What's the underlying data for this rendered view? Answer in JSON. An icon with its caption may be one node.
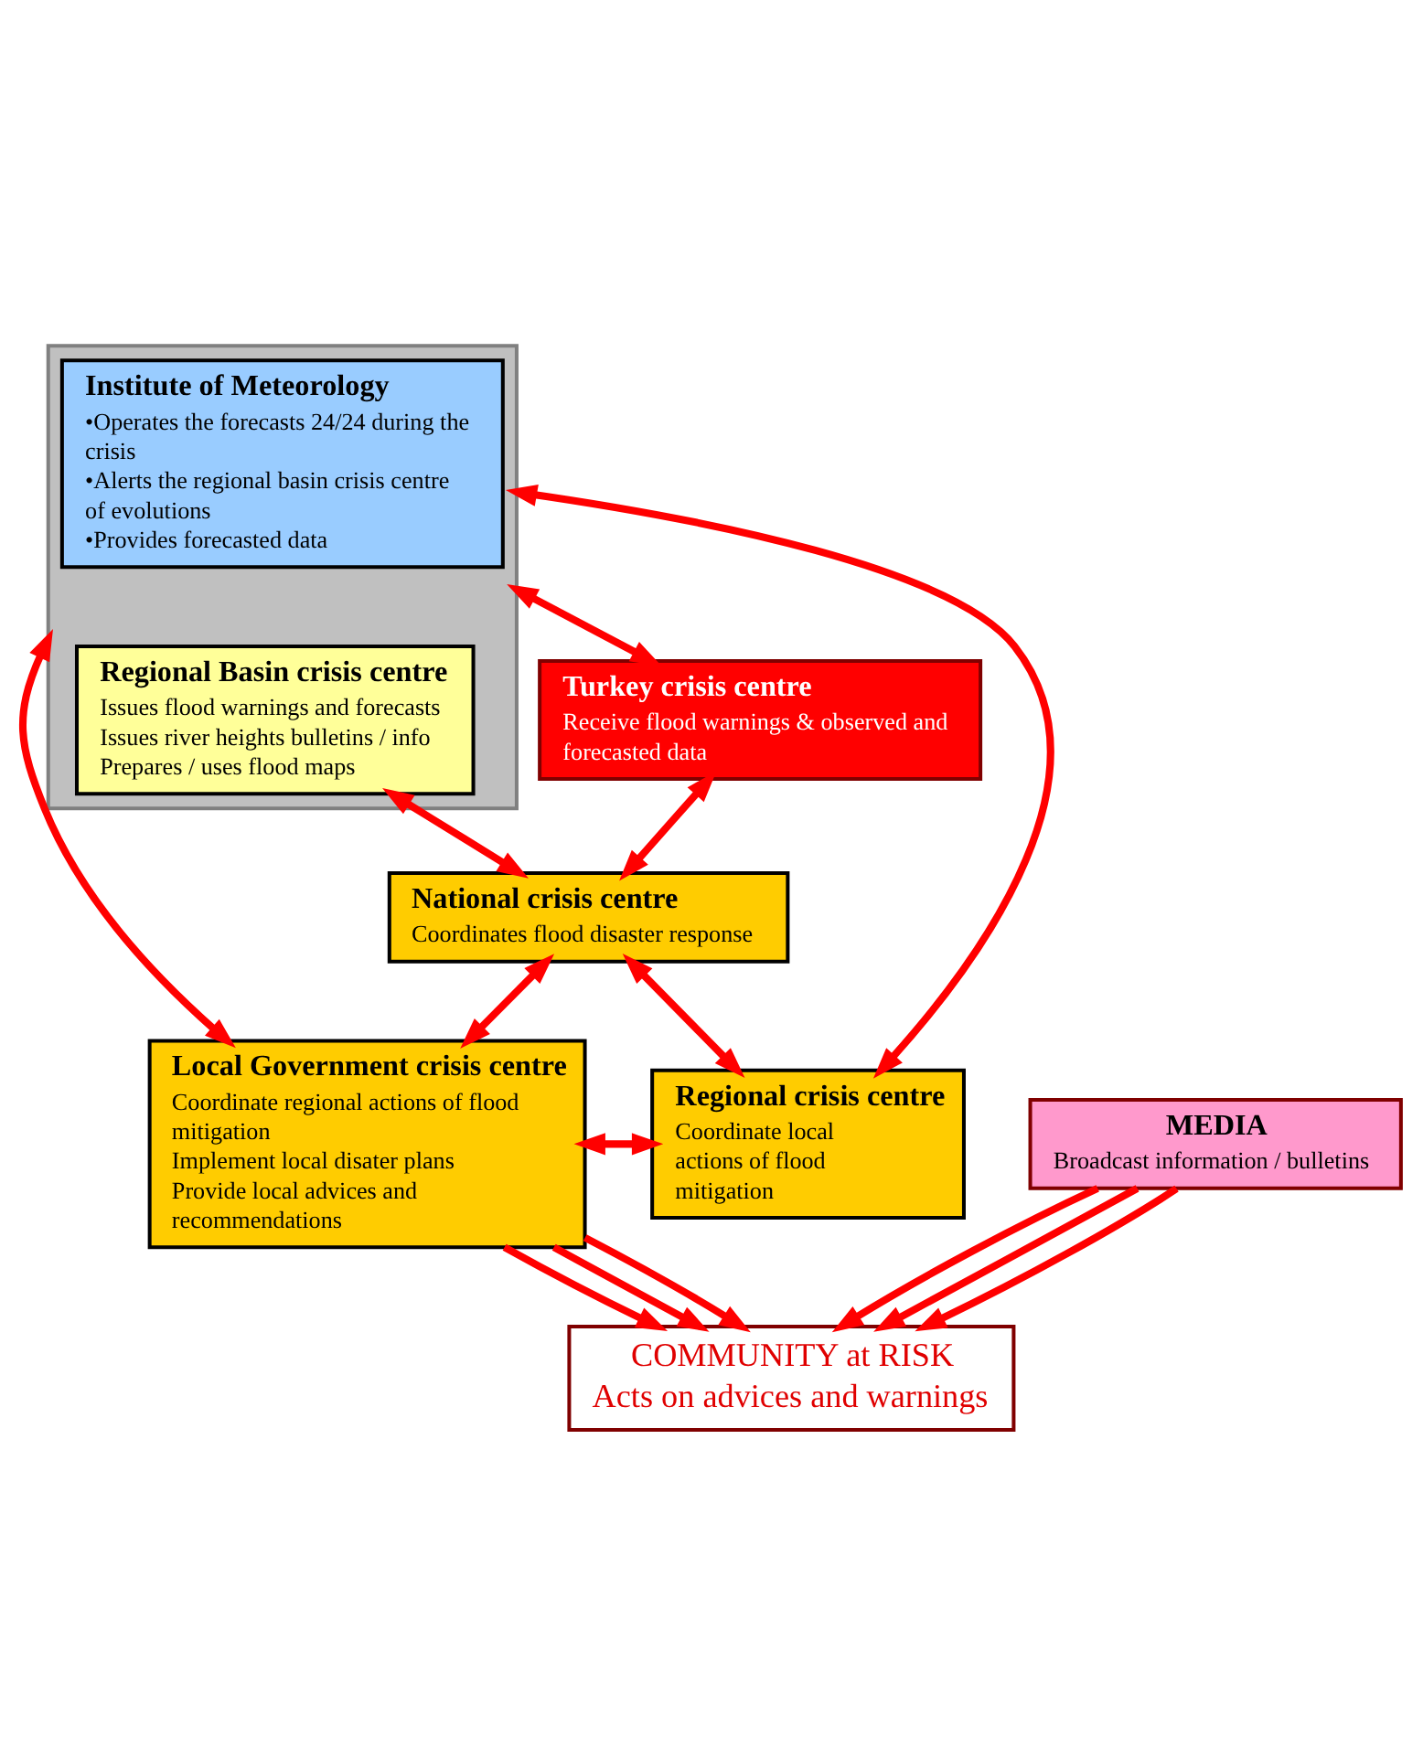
{
  "diagram": {
    "nodes": [
      {
        "text": [],
        "shape": "box"
      },
      {
        "text": [
          "Institute of Meteorology",
          "•Operates the forecasts 24/24 during the crisis",
          "•Alerts the regional basin crisis centre of evolutions",
          "•Provides forecasted data"
        ],
        "in": 0
      },
      {
        "text": [
          "Regional Basin crisis centre",
          "Issues flood warnings and forecasts",
          "Issues river heights bulletins / info",
          "Prepares / uses flood maps"
        ],
        "in": 0
      },
      {
        "text": [
          "Turkey crisis centre",
          "Receive flood warnings & observed and forecasted data"
        ]
      },
      {
        "text": [
          "National crisis centre",
          "Coordinates flood disaster response"
        ]
      },
      {
        "text": [
          "Regional crisis centre",
          "Coordinate local actions of flood mitigation"
        ]
      },
      {
        "text": [
          "Local Government crisis centre",
          "Coordinate regional actions of flood mitigation",
          "Implement local disater plans",
          "Provide local advices and recommendations"
        ]
      },
      {
        "text": [
          "MEDIA",
          "Broadcast information / bulletins"
        ]
      },
      {
        "text": [
          "COMMUNITY at RISK",
          "Acts on advices and warnings"
        ]
      }
    ],
    "edges": [
      {
        "from": 0,
        "to": 3,
        "arrow": "both"
      },
      {
        "from": 3,
        "to": 4,
        "arrow": "both"
      },
      {
        "from": 2,
        "to": 4,
        "arrow": "both"
      },
      {
        "from": 4,
        "to": 5,
        "arrow": "both"
      },
      {
        "from": 4,
        "to": 6,
        "arrow": "both"
      },
      {
        "from": 0,
        "to": 6,
        "arrow": "both"
      },
      {
        "from": 0,
        "to": 5,
        "arrow": "both"
      },
      {
        "from": 6,
        "to": 5,
        "arrow": "both"
      },
      {
        "from": 6,
        "to": 8,
        "arrow": "to"
      },
      {
        "from": 6,
        "to": 8,
        "arrow": "to"
      },
      {
        "from": 6,
        "to": 8,
        "arrow": "to"
      },
      {
        "from": 7,
        "to": 8,
        "arrow": "to"
      },
      {
        "from": 7,
        "to": 8,
        "arrow": "to"
      },
      {
        "from": 7,
        "to": 8,
        "arrow": "to"
      }
    ]
  }
}
